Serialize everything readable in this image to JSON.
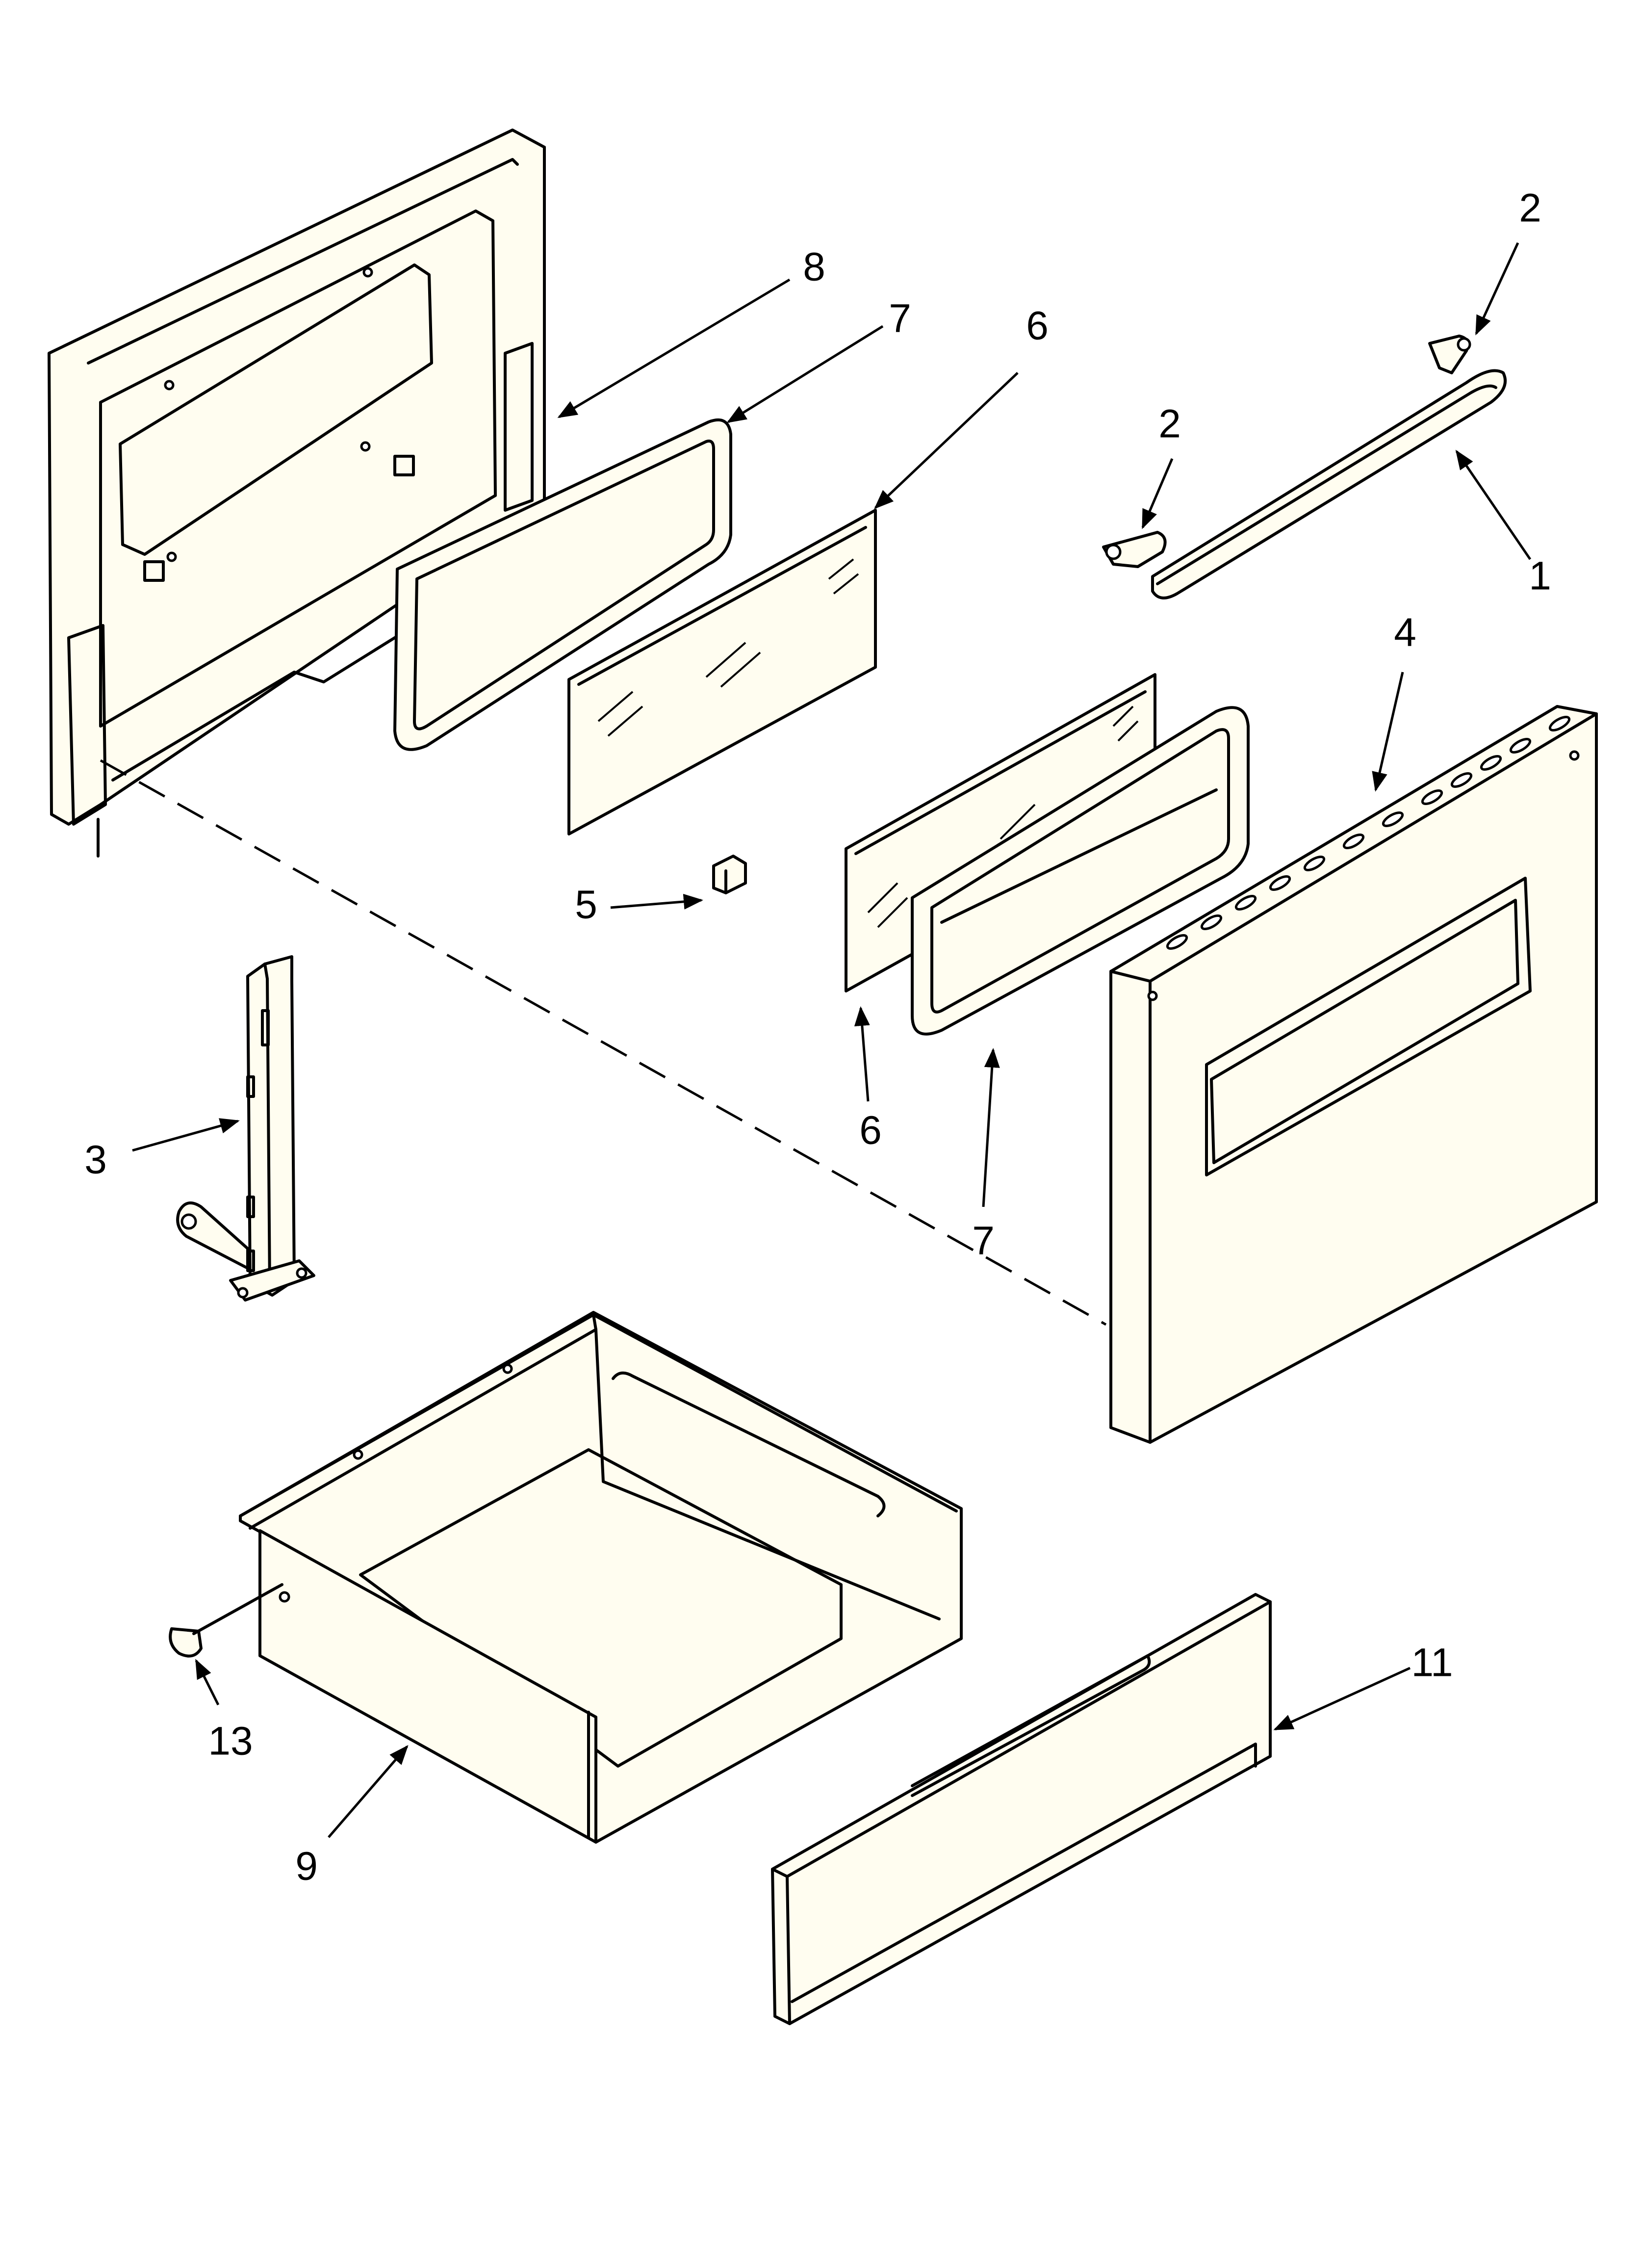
{
  "callouts": {
    "c1": "1",
    "c2a": "2",
    "c2b": "2",
    "c3": "3",
    "c4": "4",
    "c5": "5",
    "c6a": "6",
    "c6b": "6",
    "c7a": "7",
    "c7b": "7",
    "c8": "8",
    "c9": "9",
    "c11": "11",
    "c13": "13"
  }
}
